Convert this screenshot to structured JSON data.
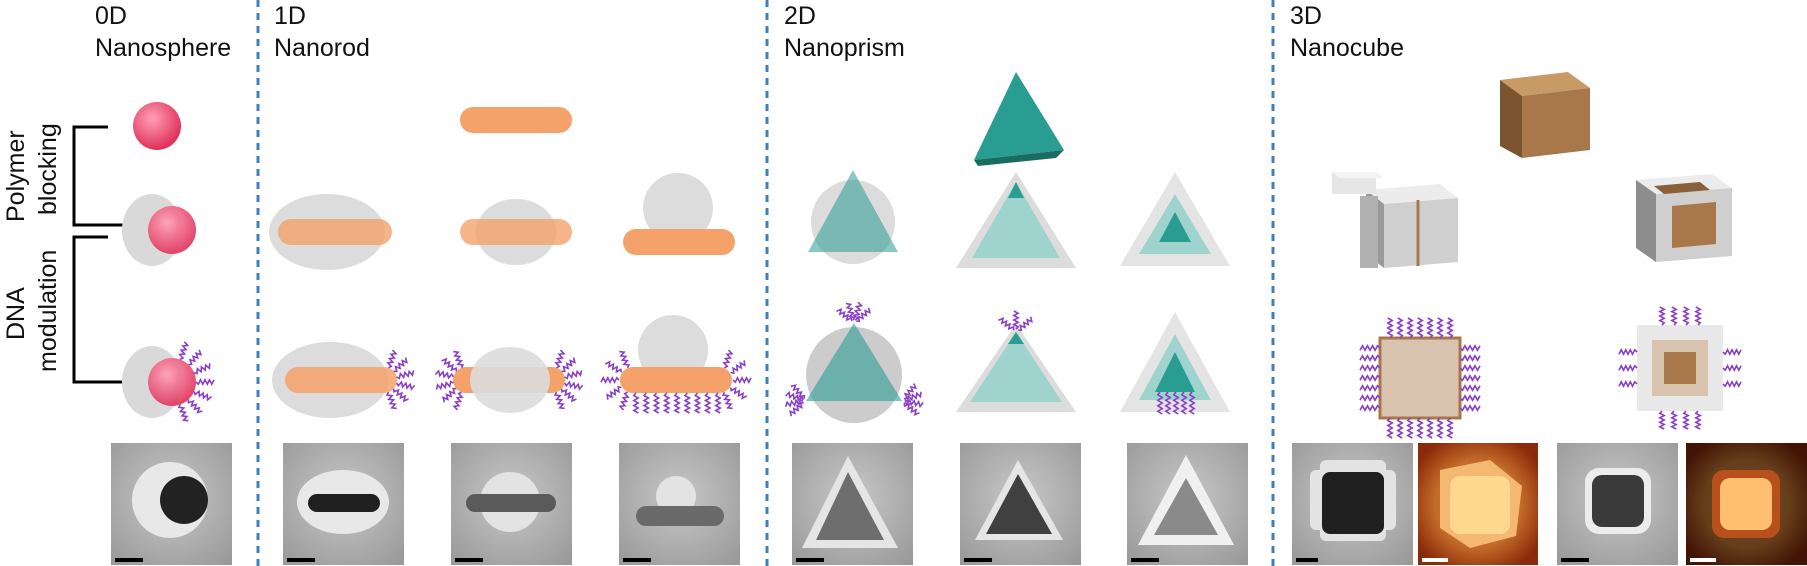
{
  "columns": [
    {
      "dim": "0D",
      "shape": "Nanosphere"
    },
    {
      "dim": "1D",
      "shape": "Nanorod"
    },
    {
      "dim": "2D",
      "shape": "Nanoprism"
    },
    {
      "dim": "3D",
      "shape": "Nanocube"
    }
  ],
  "side_labels": {
    "polymer_line1": "Polymer",
    "polymer_line2": "blocking",
    "dna_line1": "DNA",
    "dna_line2": "modulation"
  },
  "colors": {
    "divider": "#3f7fc0",
    "sphere": "#e8456e",
    "rod": "#f4a26a",
    "prism": "#2a9d92",
    "prism_light": "#9fd4ce",
    "cube": "#a9784a",
    "polymer": "#d6d6d6",
    "dna": "#8a3fc9"
  }
}
